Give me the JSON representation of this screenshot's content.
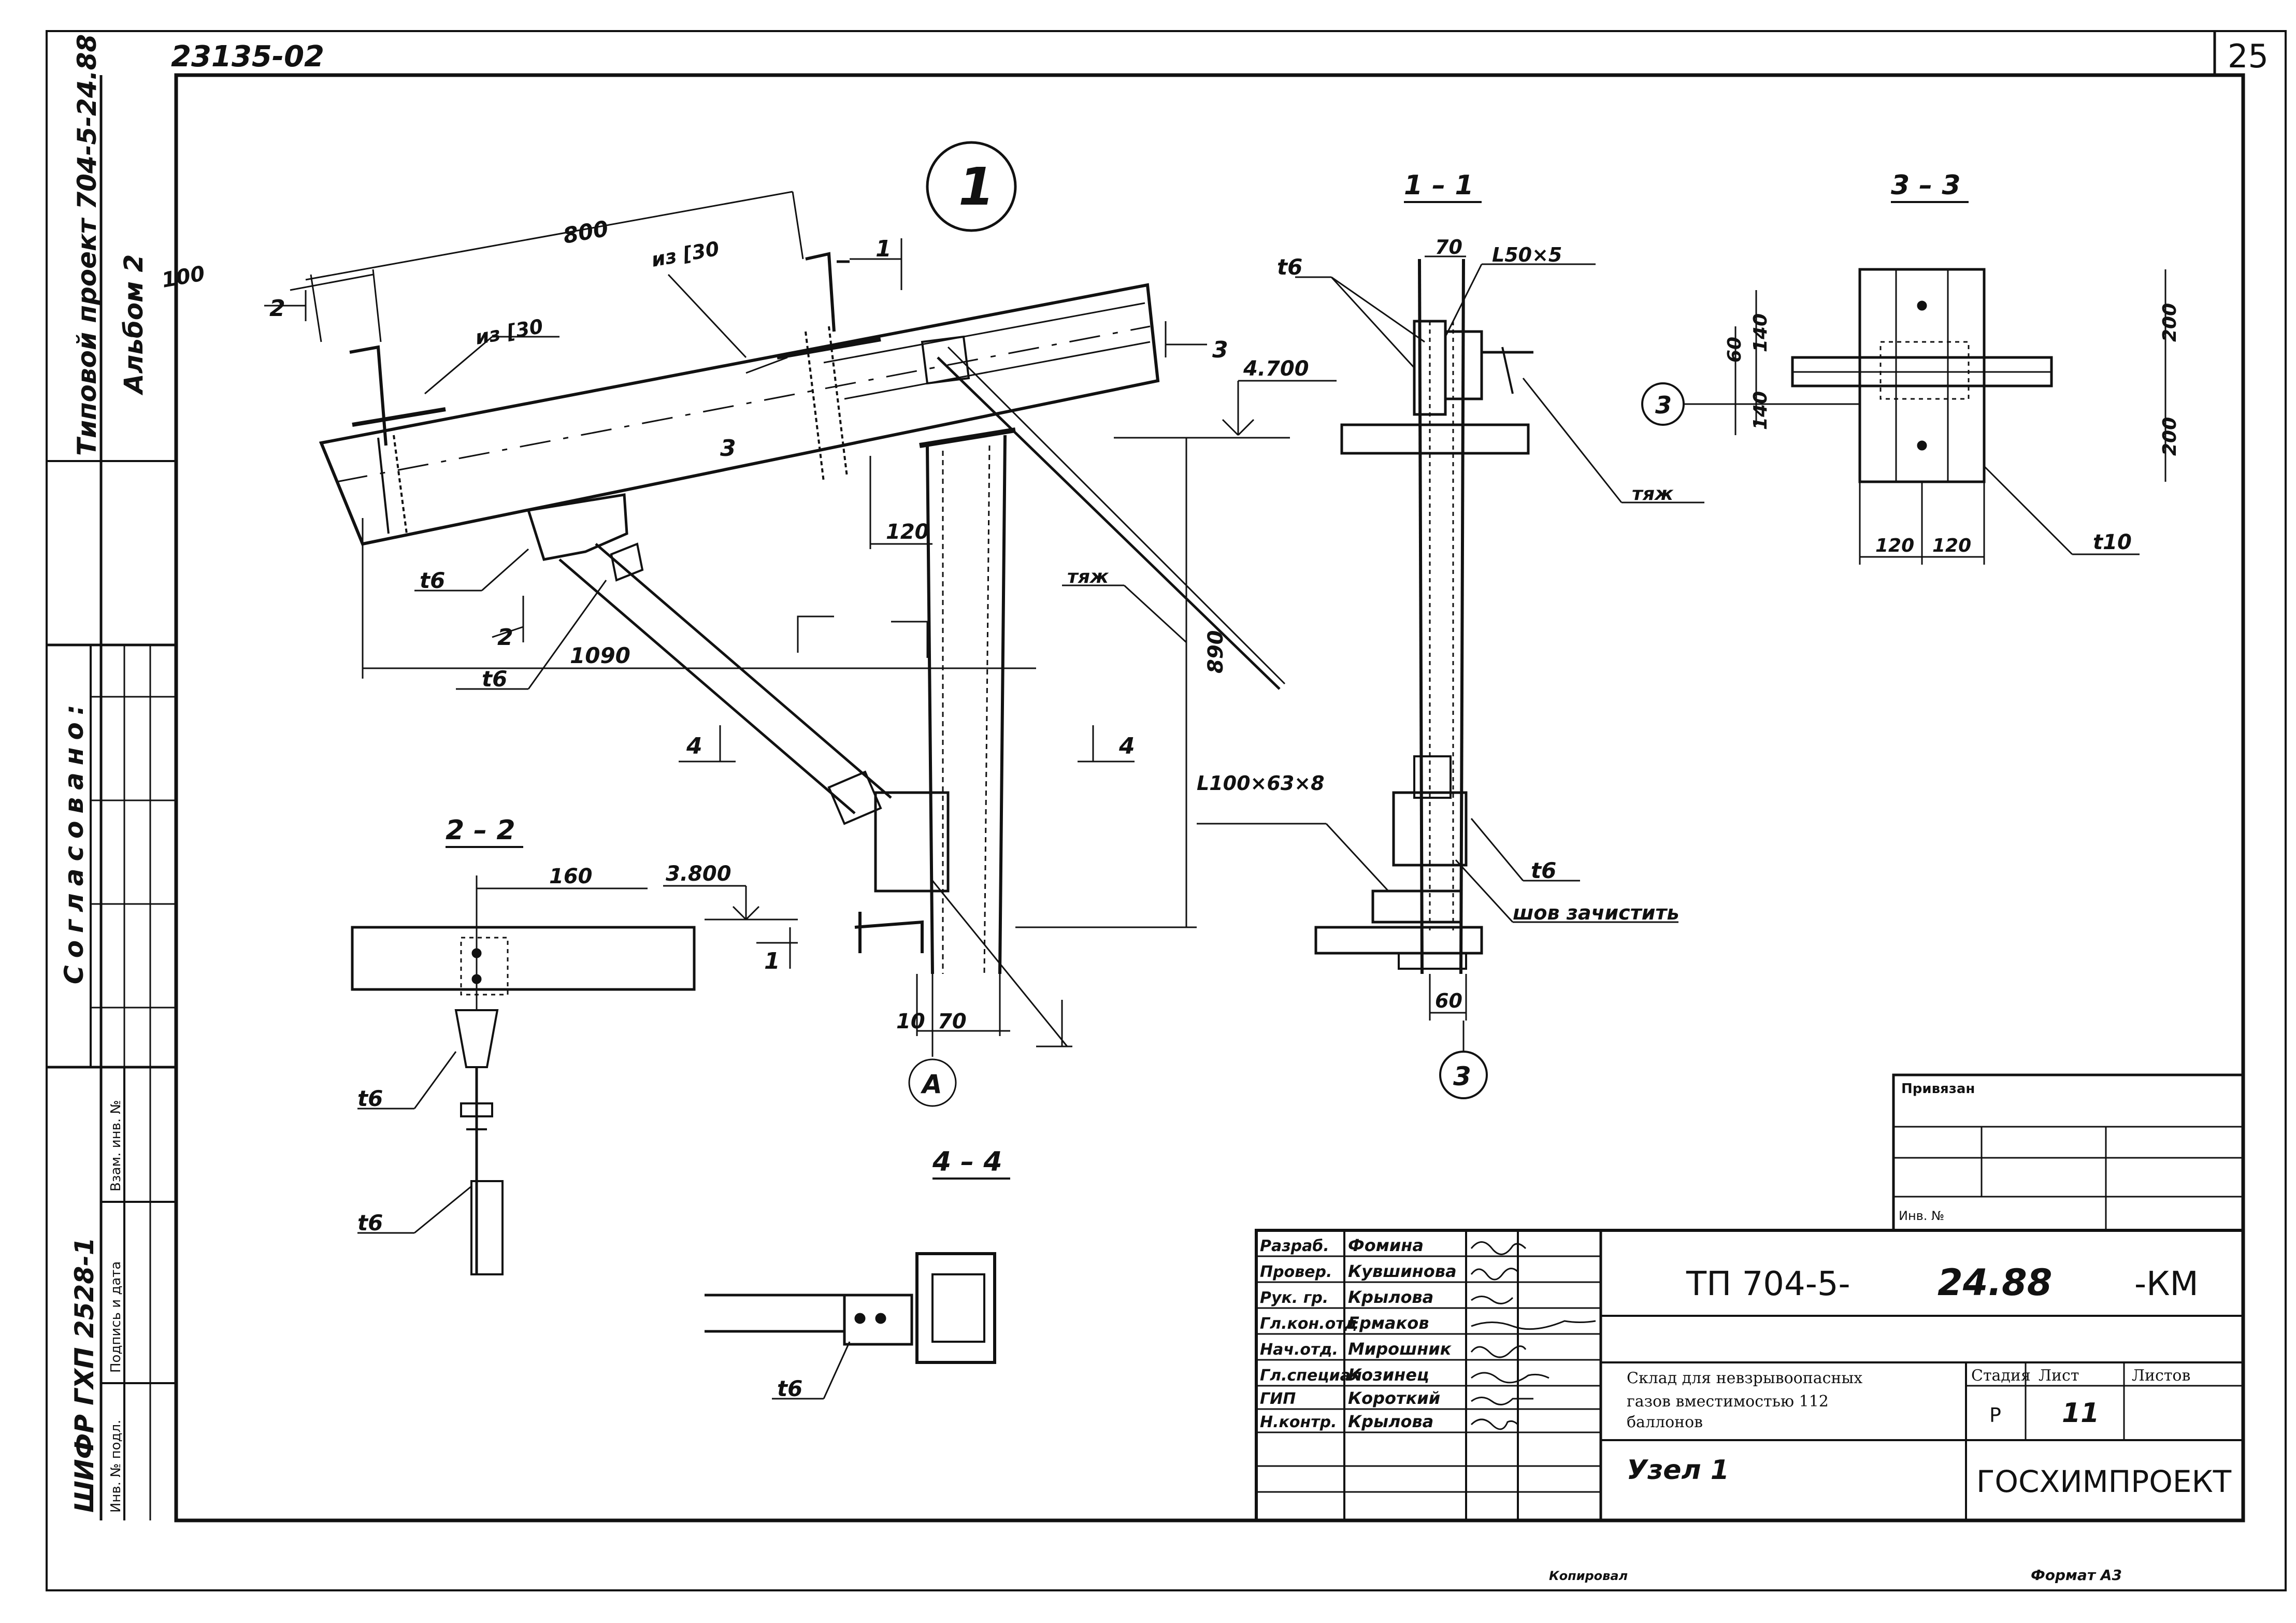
{
  "sheet": {
    "code": "23135-02",
    "page_number": "25",
    "left_title": "Типовой проект 704-5-24.88",
    "left_album": "Альбом 2",
    "agreed_label": "Согласовано:",
    "cipher": "ШИФР ГХП 2528-1",
    "stamp_labels": [
      "Инв. № подл.",
      "Подпись и дата",
      "Взам. инв. №"
    ],
    "copied_label": "Копировал",
    "format_label": "Формат А3"
  },
  "drawing": {
    "node_marker": "1",
    "dims": {
      "d100": "100",
      "d800": "800",
      "d120": "120",
      "d1090": "1090",
      "d890": "890",
      "d160": "160",
      "d10": "10",
      "d70": "70",
      "d70b": "70",
      "d60": "60",
      "d140a": "140",
      "d140b": "140",
      "d60b": "60",
      "d200a": "200",
      "d200b": "200",
      "d120a": "120",
      "d120b": "120"
    },
    "elev_4700": "4.700",
    "elev_3800": "3.800",
    "labels": {
      "c30a": "из [30",
      "c30b": "из [30",
      "t6_a": "t6",
      "t6_b": "t6",
      "t6_c": "t6",
      "t6_d": "t6",
      "t6_e": "t6",
      "t6_f": "t6",
      "t6_g": "t6",
      "t10": "t10",
      "tyazh_a": "тяж",
      "tyazh_b": "тяж",
      "angle_50": "L50×5",
      "angle_100": "L100×63×8",
      "weld": "шов зачистить"
    },
    "section_marks": [
      "1",
      "1",
      "2",
      "2",
      "3",
      "3",
      "4",
      "4"
    ],
    "section_titles": {
      "s11": "1 – 1",
      "s22": "2 – 2",
      "s33": "3 – 3",
      "s44": "4 – 4"
    },
    "axis_a": "А",
    "axis_3a": "3",
    "axis_3b": "3"
  },
  "bind_block": {
    "title": "Привязан",
    "inv_label": "Инв. №"
  },
  "title_block": {
    "roles": [
      "Разраб.",
      "Провер.",
      "Рук. гр.",
      "Гл.кон.отд",
      "Нач.отд.",
      "Гл.специал",
      "ГИП",
      "Н.контр."
    ],
    "names": [
      "Фомина",
      "Кувшинова",
      "Крылова",
      "Ермаков",
      "Мирошник",
      "Козинец",
      "Короткий",
      "Крылова"
    ],
    "doc_code": "ТП 704-5-",
    "doc_num": "24.88",
    "doc_suffix": "-КМ",
    "description": "Склад для невзрывоопасных газов вместимостью 112 баллонов",
    "desc_l1": "Склад для невзрывоопасных",
    "desc_l2": "газов вместимостью 112",
    "desc_l3": "баллонов",
    "node_title": "Узел 1",
    "stage_label": "Стадия",
    "sheet_label": "Лист",
    "sheets_label": "Листов",
    "stage": "Р",
    "sheet": "11",
    "org": "ГОСХИМПРОЕКТ"
  }
}
